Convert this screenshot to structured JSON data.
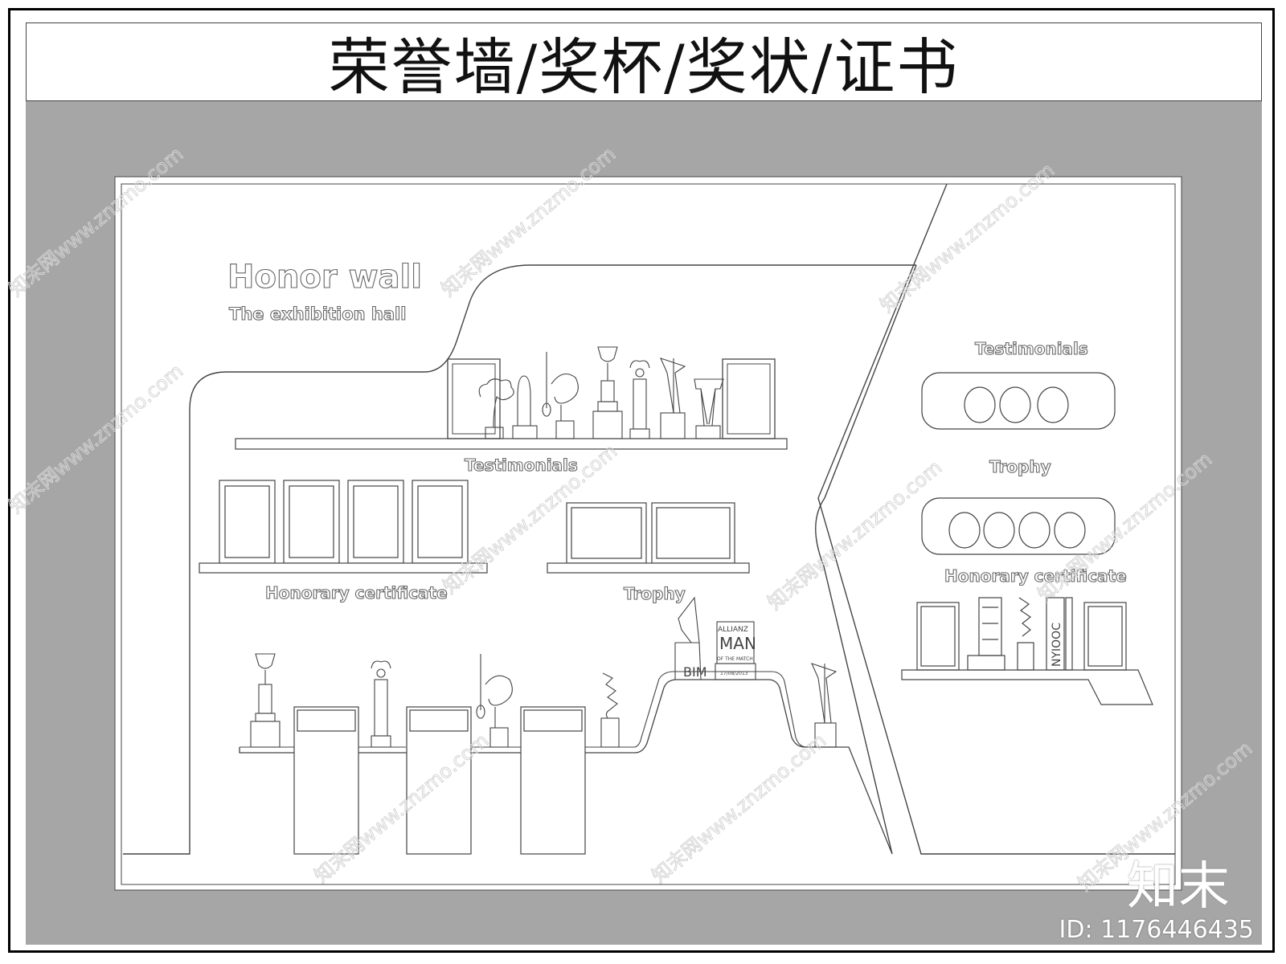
{
  "title": "荣誉墙/奖杯/奖状/证书",
  "labels": {
    "honor_wall": "Honor wall",
    "exhibition_hall": "The exhibition hall",
    "testimonials_center": "Testimonials",
    "honorary_certificate_left": "Honorary certificate",
    "trophy_center": "Trophy",
    "testimonials_right": "Testimonials",
    "trophy_right": "Trophy",
    "honorary_certificate_right": "Honorary certificate"
  },
  "trophy_text": {
    "bim": "BIM",
    "allianz": "ALLIANZ",
    "man": "MAN",
    "of_the_match": "OF THE MATCH",
    "date": "17/08/2013",
    "nyiooc": "NYIOOC"
  },
  "watermark": "知末网www.znzmo.com",
  "brand": "知末",
  "image_id": "ID: 1176446435"
}
